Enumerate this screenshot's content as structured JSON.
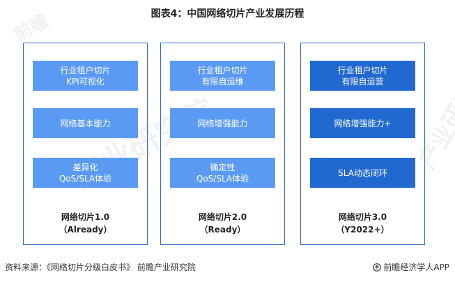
{
  "title": "图表4：中国网络切片产业发展历程",
  "watermark": "前瞻产业研究院",
  "panels": [
    {
      "boxes": [
        {
          "lines": [
            "行业租户切片",
            "KPI可视化"
          ]
        },
        {
          "lines": [
            "网络基本能力"
          ]
        },
        {
          "lines": [
            "差异化",
            "QoS/SLA体验"
          ]
        }
      ],
      "label": "网络切片1.0",
      "sublabel": "（Already）"
    },
    {
      "boxes": [
        {
          "lines": [
            "行业租户切片",
            "有限自运维"
          ]
        },
        {
          "lines": [
            "网络增强能力"
          ]
        },
        {
          "lines": [
            "确定性",
            "QoS/SLA体验"
          ]
        }
      ],
      "label": "网络切片2.0",
      "sublabel": "（Ready）"
    },
    {
      "boxes": [
        {
          "lines": [
            "行业租户切片",
            "有限自运营"
          ]
        },
        {
          "lines": [
            "网络增强能力+"
          ]
        },
        {
          "lines": [
            "SLA动态闭环"
          ]
        }
      ],
      "label": "网络切片3.0",
      "sublabel": "（Y2022+）"
    }
  ],
  "footer": {
    "source": "资料来源：《网络切片分级白皮书》 前瞻产业研究院",
    "brand": "前瞻经济学人APP"
  },
  "colors": {
    "panel_border": "#2e6bc8",
    "box_light": "#5b9af2",
    "box_dark": "#2169d0"
  }
}
